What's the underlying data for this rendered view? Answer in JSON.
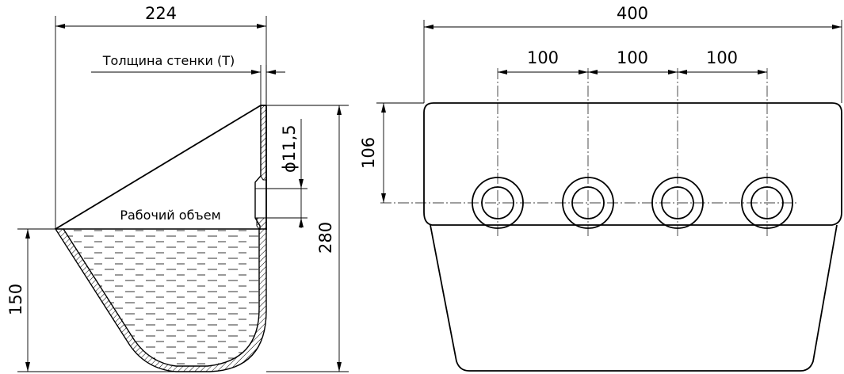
{
  "side_view": {
    "width": "224",
    "height": "280",
    "fill_height": "150",
    "hole_diameter": "ϕ11,5",
    "wall_thickness_label": "Толщина стенки (T)",
    "working_volume_label": "Рабочий объем"
  },
  "front_view": {
    "width": "400",
    "spacing_1": "100",
    "spacing_2": "100",
    "spacing_3": "100",
    "hole_row_height": "106",
    "hole_count": 4
  }
}
